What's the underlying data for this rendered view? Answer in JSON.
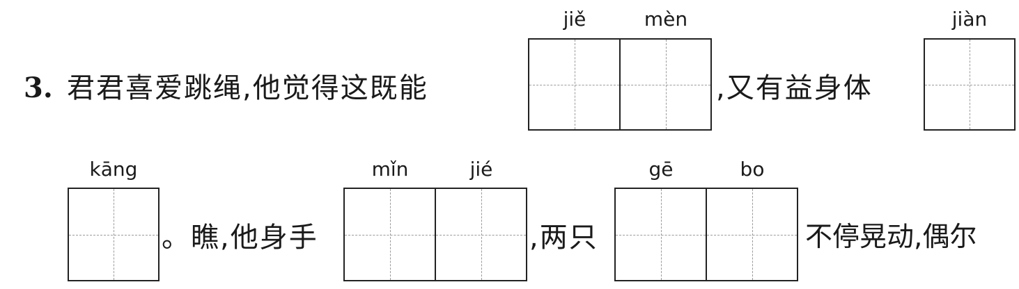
{
  "exercise": {
    "number": "3.",
    "line1": {
      "text_a": "君君喜爱跳绳,他觉得这既能",
      "text_b": ",又有益身体",
      "blank1_pinyin": [
        "jiě",
        "mèn"
      ],
      "blank2_pinyin": [
        "jiàn"
      ]
    },
    "line2": {
      "blank1_pinyin": [
        "kāng"
      ],
      "text_a": "。瞧,他身手",
      "blank2_pinyin": [
        "mǐn",
        "jié"
      ],
      "text_b": ",两只",
      "blank3_pinyin": [
        "gē",
        "bo"
      ],
      "text_c": "不停晃动,偶尔"
    }
  }
}
